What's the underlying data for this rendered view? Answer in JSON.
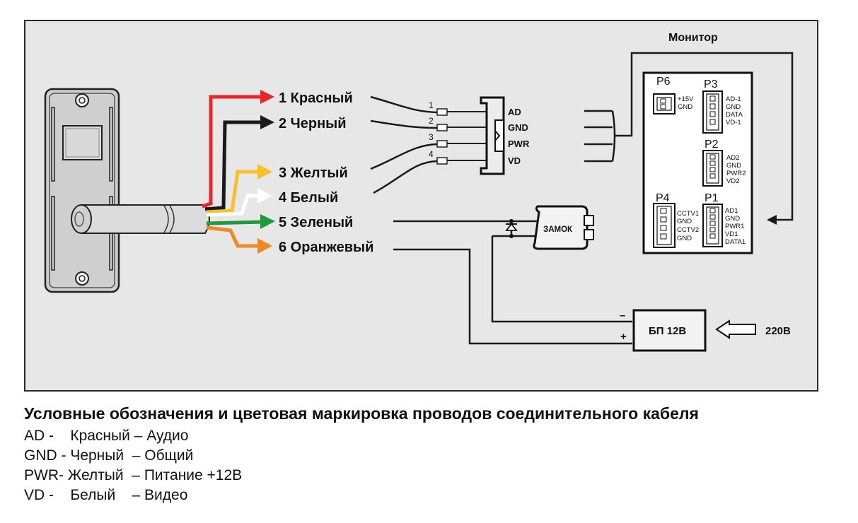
{
  "monitor": {
    "title": "Монитор",
    "ports": {
      "p6": {
        "name": "P6",
        "pins": [
          "+15V",
          "GND"
        ]
      },
      "p3": {
        "name": "P3",
        "pins": [
          "AD-1",
          "GND",
          "DATA",
          "VD-1"
        ]
      },
      "p2": {
        "name": "P2",
        "pins": [
          "AD2",
          "GND",
          "PWR2",
          "VD2"
        ]
      },
      "p4": {
        "name": "P4",
        "pins": [
          "CCTV1",
          "GND",
          "CCTV2",
          "GND"
        ]
      },
      "p1": {
        "name": "P1",
        "pins": [
          "AD1",
          "GND",
          "PWR1",
          "VD1",
          "DATA1"
        ]
      }
    }
  },
  "wires": [
    {
      "label": "1 Красный",
      "color": "#e8262a"
    },
    {
      "label": "2 Черный",
      "color": "#1a1a1a"
    },
    {
      "label": "3 Желтый",
      "color": "#f7c12c"
    },
    {
      "label": "4 Белый",
      "color": "#ffffff"
    },
    {
      "label": "5 Зеленый",
      "color": "#1e9a3b"
    },
    {
      "label": "6 Оранжевый",
      "color": "#ee8a25"
    }
  ],
  "connector": {
    "pin_numbers": [
      "1",
      "2",
      "3",
      "4"
    ],
    "pins": [
      "AD",
      "GND",
      "PWR",
      "VD"
    ]
  },
  "lock": {
    "label": "ЗАМОК"
  },
  "power_supply": {
    "label": "БП 12В",
    "minus": "–",
    "plus": "+",
    "input": "220В"
  },
  "legend": {
    "title": "Условные обозначения и цветовая маркировка  проводов соединительного кабеля",
    "rows": [
      "AD -    Красный – Аудио",
      "GND - Черный  – Общий",
      "PWR- Желтый  – Питание +12В",
      "VD -    Белый    – Видео"
    ]
  }
}
